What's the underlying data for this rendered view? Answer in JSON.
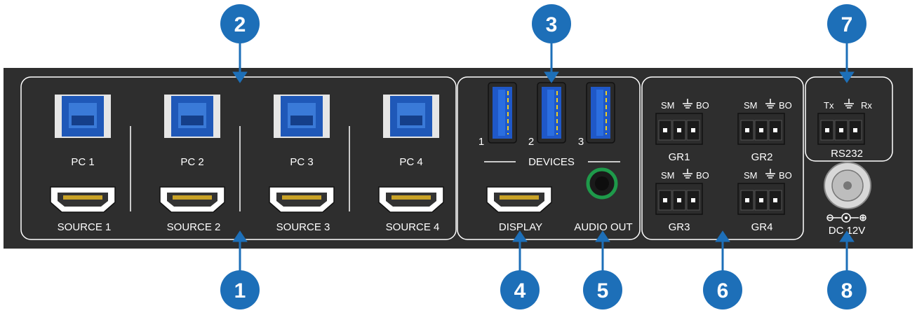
{
  "callouts": [
    "1",
    "2",
    "3",
    "4",
    "5",
    "6",
    "7",
    "8"
  ],
  "usb_b_ports": [
    {
      "label": "PC 1"
    },
    {
      "label": "PC 2"
    },
    {
      "label": "PC 3"
    },
    {
      "label": "PC 4"
    }
  ],
  "hdmi_sources": [
    {
      "label": "SOURCE 1"
    },
    {
      "label": "SOURCE 2"
    },
    {
      "label": "SOURCE 3"
    },
    {
      "label": "SOURCE 4"
    }
  ],
  "devices": {
    "title": "DEVICES",
    "ports": [
      "1",
      "2",
      "3"
    ]
  },
  "display_label": "DISPLAY",
  "audio_label": "AUDIO OUT",
  "groups": [
    {
      "label": "GR1",
      "pins": "SM ⏚ BO"
    },
    {
      "label": "GR2",
      "pins": "SM ⏚ BO"
    },
    {
      "label": "GR3",
      "pins": "SM ⏚ BO"
    },
    {
      "label": "GR4",
      "pins": "SM ⏚ BO"
    }
  ],
  "rs232": {
    "label": "RS232",
    "tx": "Tx",
    "rx": "Rx"
  },
  "power": {
    "label": "DC 12V"
  },
  "colors": {
    "panel": "#2e2e2e",
    "callout": "#1d6fb8",
    "usb3": "#1a4fb5",
    "outline": "#ffffff"
  }
}
